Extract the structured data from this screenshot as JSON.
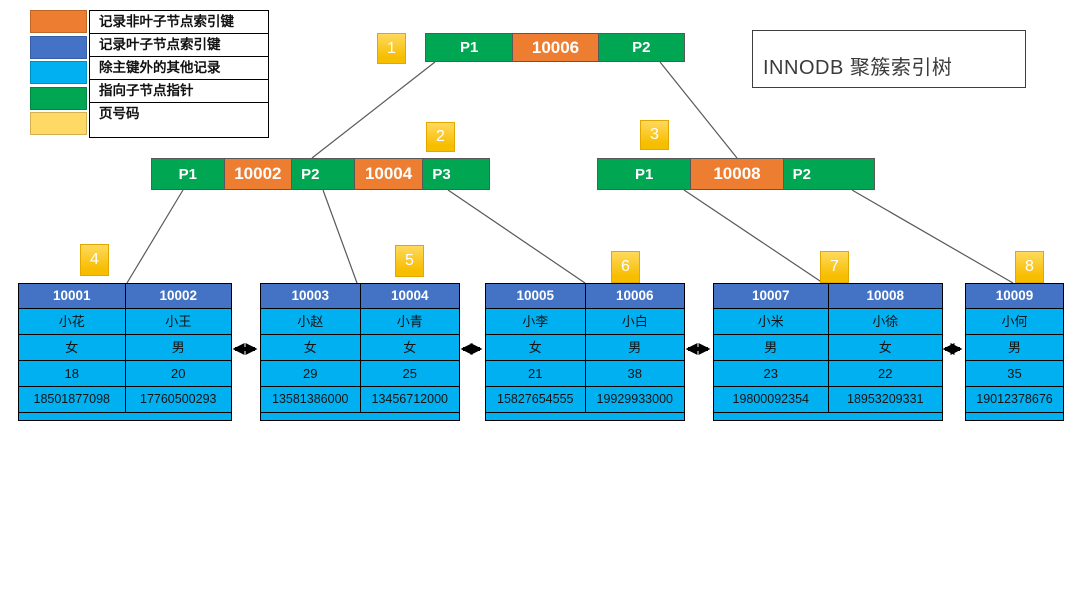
{
  "title_box": {
    "text": "INNODB 聚簇索引树"
  },
  "colors": {
    "non_leaf_key_orange": "#ED7D31",
    "leaf_key_blue": "#4472C4",
    "record_blue": "#00B0F0",
    "pointer_green": "#00A651",
    "page_badge_yellow": "#FFC000"
  },
  "legend": {
    "items": [
      {
        "color_name": "orange",
        "label": "记录非叶子节点索引键"
      },
      {
        "color_name": "index-blue",
        "label": "记录叶子节点索引键"
      },
      {
        "color_name": "record-blue",
        "label": "除主键外的其他记录"
      },
      {
        "color_name": "green",
        "label": "指向子节点指针"
      },
      {
        "color_name": "yellow",
        "label": "页号码"
      }
    ]
  },
  "tree": {
    "root": {
      "page": "1",
      "cells": [
        "P1",
        "10006",
        "P2"
      ]
    },
    "internal_left": {
      "page": "2",
      "cells": [
        "P1",
        "10002",
        "P2",
        "10004",
        "P3"
      ]
    },
    "internal_right": {
      "page": "3",
      "cells": [
        "P1",
        "10008",
        "P2"
      ]
    }
  },
  "leaf_pages": [
    {
      "page": "4",
      "columns": [
        "10001",
        "10002"
      ],
      "rows": [
        [
          "小花",
          "小王"
        ],
        [
          "女",
          "男"
        ],
        [
          "18",
          "20"
        ],
        [
          "18501877098",
          "17760500293"
        ]
      ]
    },
    {
      "page": "5",
      "columns": [
        "10003",
        "10004"
      ],
      "rows": [
        [
          "小赵",
          "小青"
        ],
        [
          "女",
          "女"
        ],
        [
          "29",
          "25"
        ],
        [
          "13581386000",
          "13456712000"
        ]
      ]
    },
    {
      "page": "6",
      "columns": [
        "10005",
        "10006"
      ],
      "rows": [
        [
          "小李",
          "小白"
        ],
        [
          "女",
          "男"
        ],
        [
          "21",
          "38"
        ],
        [
          "15827654555",
          "19929933000"
        ]
      ]
    },
    {
      "page": "7",
      "columns": [
        "10007",
        "10008"
      ],
      "rows": [
        [
          "小米",
          "小徐"
        ],
        [
          "男",
          "女"
        ],
        [
          "23",
          "22"
        ],
        [
          "19800092354",
          "18953209331"
        ]
      ]
    },
    {
      "page": "8",
      "columns": [
        "10009"
      ],
      "rows": [
        [
          "小何"
        ],
        [
          "男"
        ],
        [
          "35"
        ],
        [
          "19012378676"
        ]
      ]
    }
  ]
}
